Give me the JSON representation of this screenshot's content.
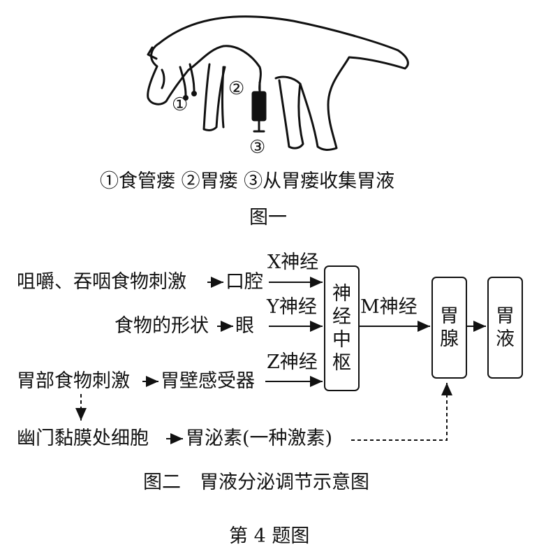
{
  "figure1": {
    "markers": {
      "m1": "①",
      "m2": "②",
      "m3": "③"
    },
    "caption": "①食管瘘 ②胃瘘 ③从胃瘘收集胃液",
    "title": "图一"
  },
  "figure2": {
    "row1": {
      "stimulus": "咀嚼、吞咽食物刺激",
      "organ": "口腔",
      "nerve": "X神经"
    },
    "row2": {
      "stimulus": "食物的形状",
      "organ": "眼",
      "nerve": "Y神经"
    },
    "row3": {
      "stimulus": "胃部食物刺激",
      "organ": "胃壁感受器",
      "nerve": "Z神经"
    },
    "row4": {
      "cells": "幽门黏膜处细胞",
      "hormone": "胃泌素(一种激素)"
    },
    "center": "神经中枢",
    "m_nerve": "M神经",
    "gland": "胃腺",
    "juice": "胃液",
    "title": "图二　胃液分泌调节示意图"
  },
  "footer": "第 4 题图"
}
